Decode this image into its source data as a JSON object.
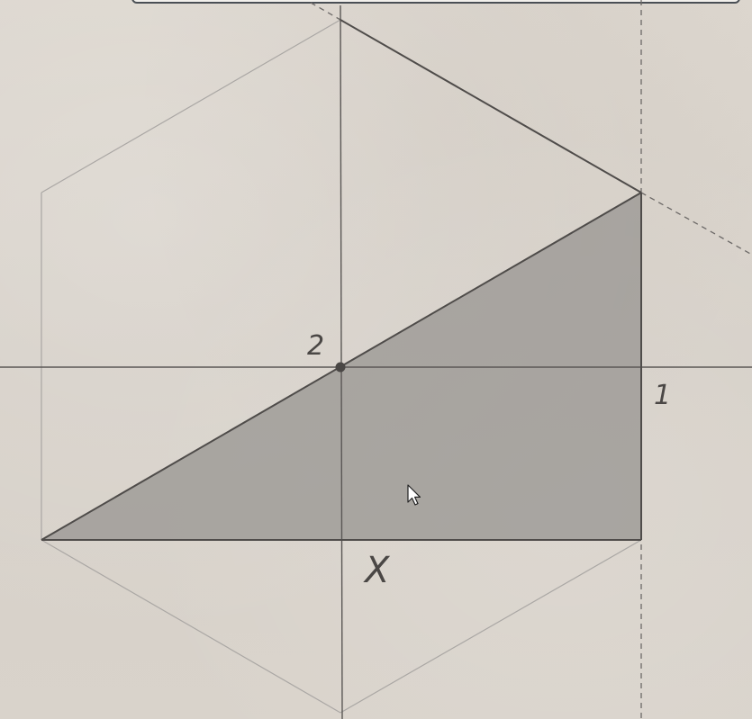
{
  "labels": {
    "segment_2": "2",
    "segment_1": "1",
    "segment_x": "X"
  },
  "colors": {
    "paper": "#d9d3cb",
    "ink": "#555250",
    "guide": "#a9a6a3",
    "fill": "#9f9c99"
  }
}
